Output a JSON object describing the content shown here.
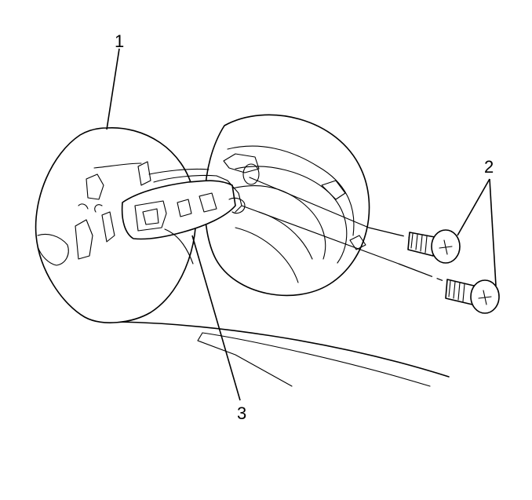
{
  "callouts": {
    "fuel_door": "1",
    "screws": "2",
    "hinge": "3"
  },
  "colors": {
    "line": "#000000",
    "background": "#ffffff"
  }
}
